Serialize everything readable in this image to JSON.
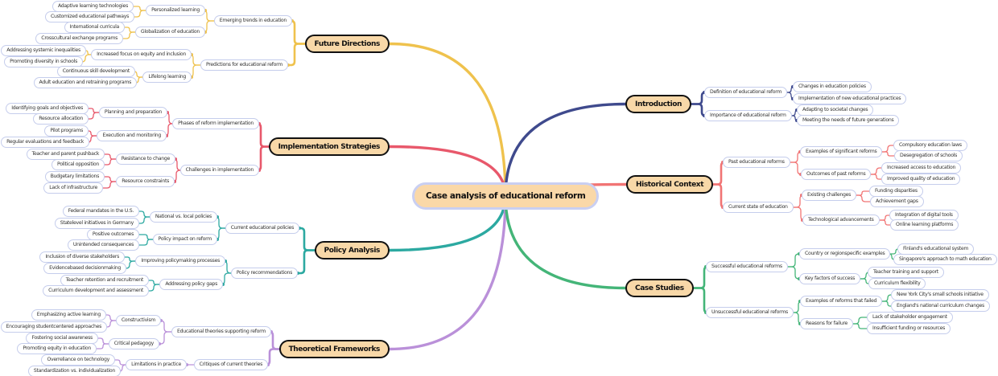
{
  "canvas": {
    "background": "#ffffff"
  },
  "mindmap": {
    "root": {
      "label": "Case analysis of educational reform",
      "fill": "#fad8a8",
      "border": "#c9cff2"
    },
    "branches": [
      {
        "label": "Future Directions",
        "color": "#EFC24D",
        "children": [
          {
            "label": "Emerging trends in education",
            "children": [
              {
                "label": "Personalized learning",
                "children": [
                  {
                    "label": "Adaptive learning technologies"
                  },
                  {
                    "label": "Customized educational pathways"
                  }
                ]
              },
              {
                "label": "Globalization of education",
                "children": [
                  {
                    "label": "International curricula"
                  },
                  {
                    "label": "Crosscultural exchange programs"
                  }
                ]
              }
            ]
          },
          {
            "label": "Predictions for educational reform",
            "children": [
              {
                "label": "Increased focus on equity and inclusion",
                "children": [
                  {
                    "label": "Addressing systemic inequalities"
                  },
                  {
                    "label": "Promoting diversity in schools"
                  }
                ]
              },
              {
                "label": "Lifelong learning",
                "children": [
                  {
                    "label": "Continuous skill development"
                  },
                  {
                    "label": "Adult education and retraining programs"
                  }
                ]
              }
            ]
          }
        ]
      },
      {
        "label": "Implementation Strategies",
        "color": "#E8586B",
        "children": [
          {
            "label": "Phases of reform implementation",
            "children": [
              {
                "label": "Planning and preparation",
                "children": [
                  {
                    "label": "Identifying goals and objectives"
                  },
                  {
                    "label": "Resource allocation"
                  }
                ]
              },
              {
                "label": "Execution and monitoring",
                "children": [
                  {
                    "label": "Pilot programs"
                  },
                  {
                    "label": "Regular evaluations and feedback"
                  }
                ]
              }
            ]
          },
          {
            "label": "Challenges in implementation",
            "children": [
              {
                "label": "Resistance to change",
                "children": [
                  {
                    "label": "Teacher and parent pushback"
                  },
                  {
                    "label": "Political opposition"
                  }
                ]
              },
              {
                "label": "Resource constraints",
                "children": [
                  {
                    "label": "Budgetary limitations"
                  },
                  {
                    "label": "Lack of infrastructure"
                  }
                ]
              }
            ]
          }
        ]
      },
      {
        "label": "Policy Analysis",
        "color": "#2CA9A1",
        "children": [
          {
            "label": "Current educational policies",
            "children": [
              {
                "label": "National vs. local policies",
                "children": [
                  {
                    "label": "Federal mandates in the U.S."
                  },
                  {
                    "label": "Statelevel initiatives in Germany"
                  }
                ]
              },
              {
                "label": "Policy impact on reform",
                "children": [
                  {
                    "label": "Positive outcomes"
                  },
                  {
                    "label": "Unintended consequences"
                  }
                ]
              }
            ]
          },
          {
            "label": "Policy recommendations",
            "children": [
              {
                "label": "Improving policymaking processes",
                "children": [
                  {
                    "label": "Inclusion of diverse stakeholders"
                  },
                  {
                    "label": "Evidencebased decisionmaking"
                  }
                ]
              },
              {
                "label": "Addressing policy gaps",
                "children": [
                  {
                    "label": "Teacher retention and recruitment"
                  },
                  {
                    "label": "Curriculum development and assessment"
                  }
                ]
              }
            ]
          }
        ]
      },
      {
        "label": "Theoretical Frameworks",
        "color": "#BA90D9",
        "children": [
          {
            "label": "Educational theories supporting reform",
            "children": [
              {
                "label": "Constructivism",
                "children": [
                  {
                    "label": "Emphasizing active learning"
                  },
                  {
                    "label": "Encouraging studentcentered approaches"
                  }
                ]
              },
              {
                "label": "Critical pedagogy",
                "children": [
                  {
                    "label": "Fostering social awareness"
                  },
                  {
                    "label": "Promoting equity in education"
                  }
                ]
              }
            ]
          },
          {
            "label": "Critiques of current theories",
            "children": [
              {
                "label": "Limitations in practice",
                "children": [
                  {
                    "label": "Overreliance on technology"
                  },
                  {
                    "label": "Standardization vs. individualization"
                  }
                ]
              }
            ]
          }
        ]
      },
      {
        "label": "Introduction",
        "color": "#3F4A8D",
        "children": [
          {
            "label": "Definition of educational reform",
            "children": [
              {
                "label": "Changes in education policies"
              },
              {
                "label": "Implementation of new educational practices"
              }
            ]
          },
          {
            "label": "Importance of educational reform",
            "children": [
              {
                "label": "Adapting to societal changes"
              },
              {
                "label": "Meeting the needs of future generations"
              }
            ]
          }
        ]
      },
      {
        "label": "Historical Context",
        "color": "#F17474",
        "children": [
          {
            "label": "Past educational reforms",
            "children": [
              {
                "label": "Examples of significant reforms",
                "children": [
                  {
                    "label": "Compulsory education laws"
                  },
                  {
                    "label": "Desegregation of schools"
                  }
                ]
              },
              {
                "label": "Outcomes of past reforms",
                "children": [
                  {
                    "label": "Increased access to education"
                  },
                  {
                    "label": "Improved quality of education"
                  }
                ]
              }
            ]
          },
          {
            "label": "Current state of education",
            "children": [
              {
                "label": "Existing challenges",
                "children": [
                  {
                    "label": "Funding disparities"
                  },
                  {
                    "label": "Achievement gaps"
                  }
                ]
              },
              {
                "label": "Technological advancements",
                "children": [
                  {
                    "label": "Integration of digital tools"
                  },
                  {
                    "label": "Online learning platforms"
                  }
                ]
              }
            ]
          }
        ]
      },
      {
        "label": "Case Studies",
        "color": "#44B578",
        "children": [
          {
            "label": "Successful educational reforms",
            "children": [
              {
                "label": "Country or regionspecific examples",
                "children": [
                  {
                    "label": "Finland's educational system"
                  },
                  {
                    "label": "Singapore's approach to math education"
                  }
                ]
              },
              {
                "label": "Key factors of success",
                "children": [
                  {
                    "label": "Teacher training and support"
                  },
                  {
                    "label": "Curriculum flexibility"
                  }
                ]
              }
            ]
          },
          {
            "label": "Unsuccessful educational reforms",
            "children": [
              {
                "label": "Examples of reforms that failed",
                "children": [
                  {
                    "label": "New York City's small schools initiative"
                  },
                  {
                    "label": "England's national curriculum changes"
                  }
                ]
              },
              {
                "label": "Reasons for failure",
                "children": [
                  {
                    "label": "Lack of stakeholder engagement"
                  },
                  {
                    "label": "Insufficient funding or resources"
                  }
                ]
              }
            ]
          }
        ]
      }
    ]
  }
}
